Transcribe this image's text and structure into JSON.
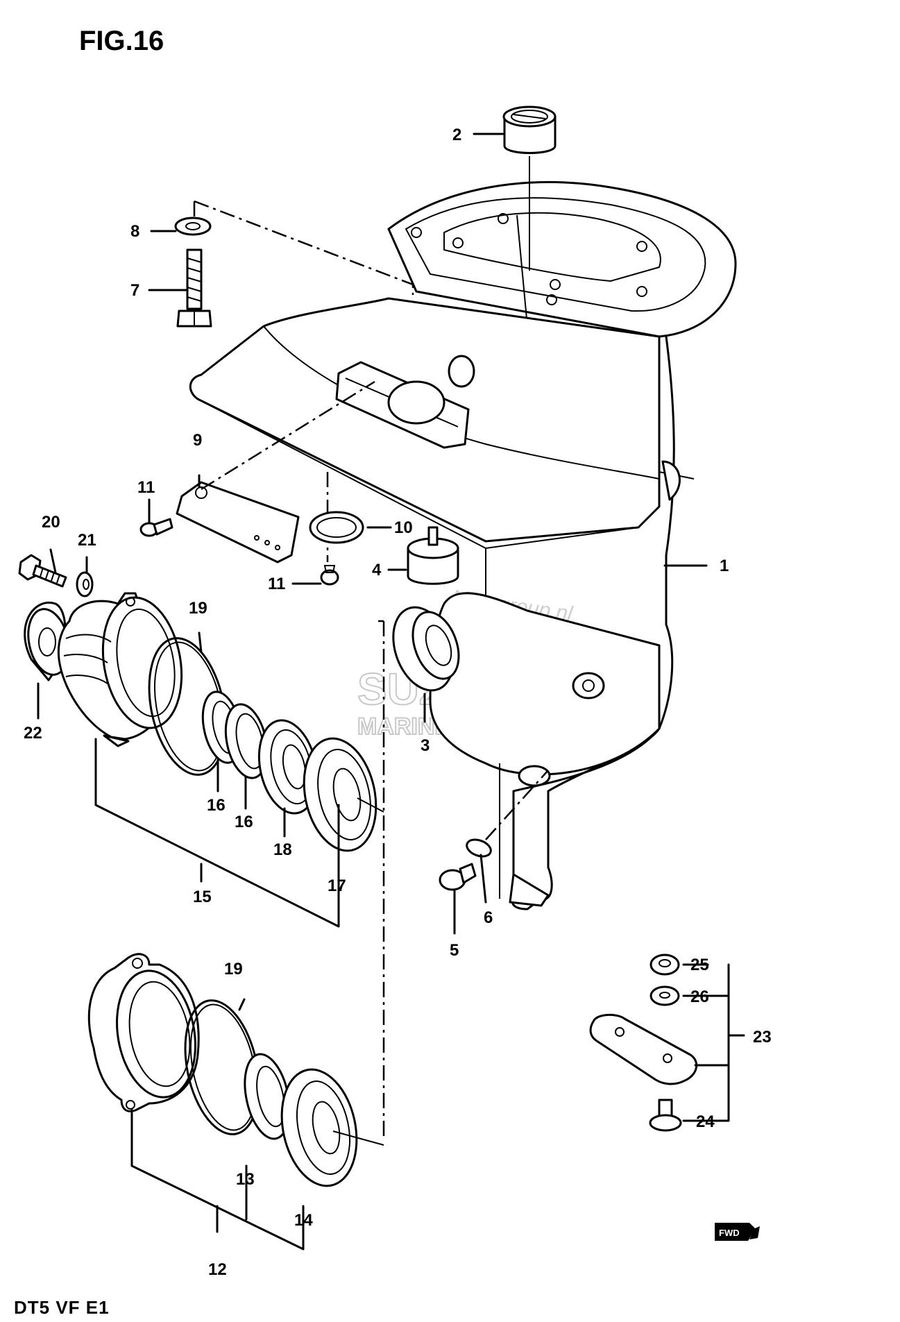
{
  "figure": {
    "title": "FIG.16",
    "model_code": "DT5  VF  E1"
  },
  "watermarks": {
    "brand": "SUZUK",
    "tagline": "MARINE PARTS",
    "site": "Motogroup.nl"
  },
  "fwd_mark": "FWD",
  "callouts": [
    "1",
    "2",
    "3",
    "4",
    "5",
    "6",
    "7",
    "8",
    "9",
    "10",
    "11",
    "11",
    "12",
    "13",
    "14",
    "15",
    "16",
    "16",
    "17",
    "18",
    "19",
    "19",
    "20",
    "21",
    "22",
    "23",
    "24",
    "25",
    "26"
  ]
}
